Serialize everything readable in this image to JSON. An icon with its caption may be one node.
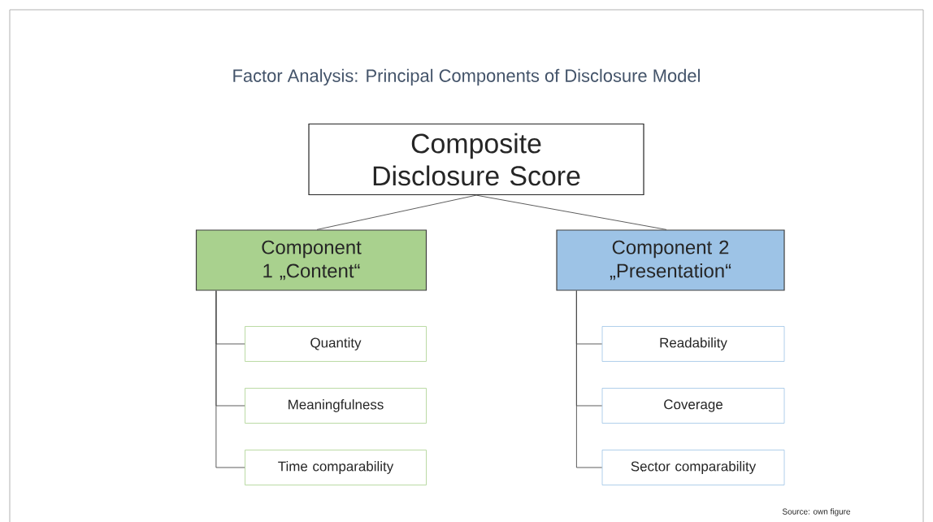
{
  "diagram": {
    "title": "Factor Analysis: Principal Components of Disclosure Model",
    "nodes": [
      {
        "text": [
          "Composite Disclosure Score"
        ]
      },
      {
        "text": [
          "Component 1 „Content“"
        ]
      },
      {
        "text": [
          "Component 2 „Presentation“"
        ]
      },
      {
        "text": [
          "Quantity"
        ]
      },
      {
        "text": [
          "Meaningfulness"
        ]
      },
      {
        "text": [
          "Time comparability"
        ]
      },
      {
        "text": [
          "Readability"
        ]
      },
      {
        "text": [
          "Coverage"
        ]
      },
      {
        "text": [
          "Sector comparability"
        ]
      }
    ],
    "edges": [
      {
        "from": 0,
        "to": 1,
        "arrow": "none"
      },
      {
        "from": 0,
        "to": 2,
        "arrow": "none"
      },
      {
        "from": 1,
        "to": 3,
        "arrow": "none"
      },
      {
        "from": 1,
        "to": 4,
        "arrow": "none"
      },
      {
        "from": 1,
        "to": 5,
        "arrow": "none"
      },
      {
        "from": 2,
        "to": 6,
        "arrow": "none"
      },
      {
        "from": 2,
        "to": 7,
        "arrow": "none"
      },
      {
        "from": 2,
        "to": 8,
        "arrow": "none"
      }
    ],
    "labels": [
      "Source: own figure"
    ]
  }
}
